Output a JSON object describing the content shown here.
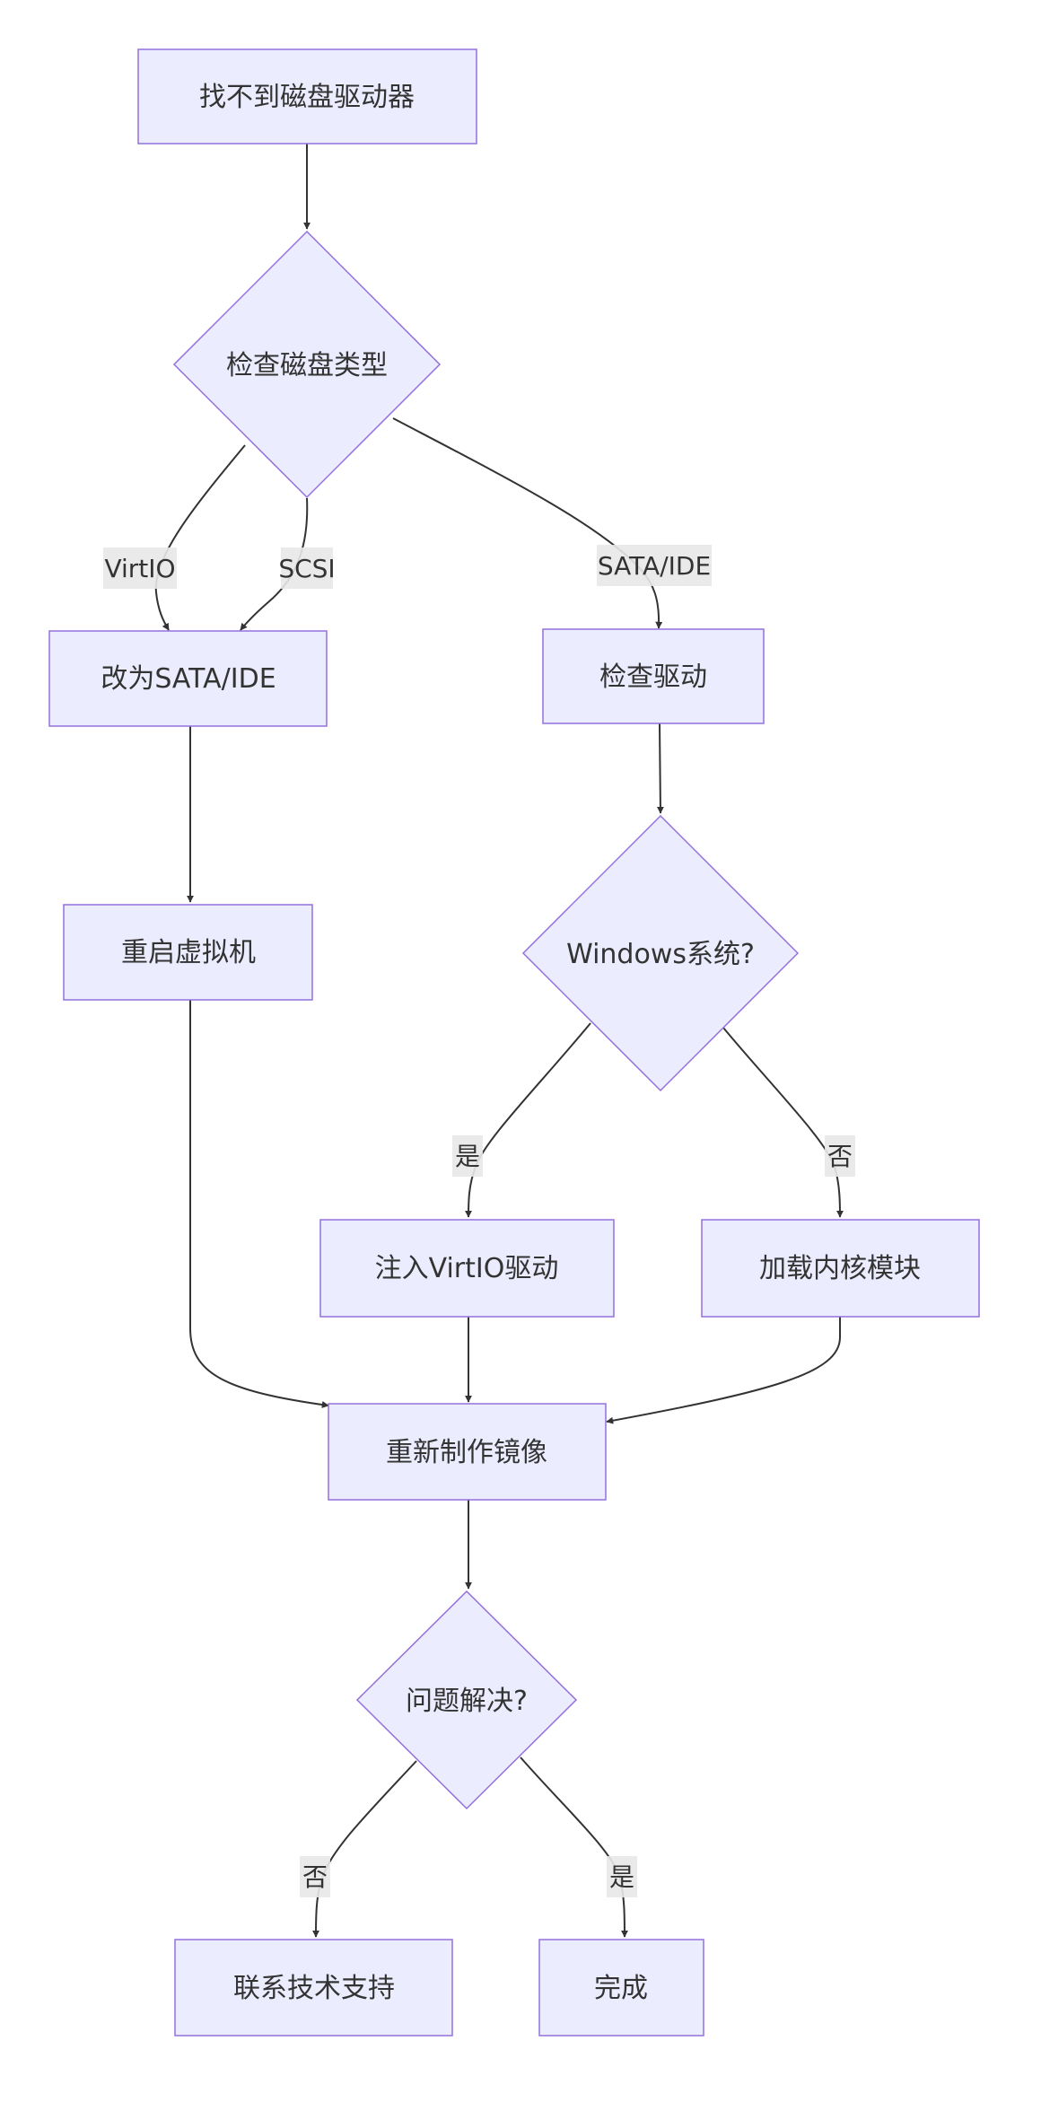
{
  "diagram": {
    "type": "flowchart",
    "direction": "top-down",
    "colors": {
      "node_fill": "#ECECFF",
      "node_stroke": "#9370DB",
      "text": "#333333",
      "edge": "#333333",
      "edge_label_bg": "#E8E8E8"
    },
    "nodes": [
      {
        "id": "A",
        "shape": "rect",
        "label": "找不到磁盘驱动器"
      },
      {
        "id": "B",
        "shape": "diamond",
        "label": "检查磁盘类型"
      },
      {
        "id": "C",
        "shape": "rect",
        "label": "改为SATA/IDE"
      },
      {
        "id": "D",
        "shape": "rect",
        "label": "检查驱动"
      },
      {
        "id": "E",
        "shape": "rect",
        "label": "重启虚拟机"
      },
      {
        "id": "F",
        "shape": "diamond",
        "label": "Windows系统?"
      },
      {
        "id": "G",
        "shape": "rect",
        "label": "注入VirtIO驱动"
      },
      {
        "id": "H",
        "shape": "rect",
        "label": "加载内核模块"
      },
      {
        "id": "I",
        "shape": "rect",
        "label": "重新制作镜像"
      },
      {
        "id": "J",
        "shape": "diamond",
        "label": "问题解决?"
      },
      {
        "id": "K",
        "shape": "rect",
        "label": "联系技术支持"
      },
      {
        "id": "L",
        "shape": "rect",
        "label": "完成"
      }
    ],
    "edges": [
      {
        "from": "A",
        "to": "B",
        "label": ""
      },
      {
        "from": "B",
        "to": "C",
        "label": "VirtIO"
      },
      {
        "from": "B",
        "to": "C",
        "label": "SCSI"
      },
      {
        "from": "B",
        "to": "D",
        "label": "SATA/IDE"
      },
      {
        "from": "C",
        "to": "E",
        "label": ""
      },
      {
        "from": "D",
        "to": "F",
        "label": ""
      },
      {
        "from": "F",
        "to": "G",
        "label": "是"
      },
      {
        "from": "F",
        "to": "H",
        "label": "否"
      },
      {
        "from": "E",
        "to": "I",
        "label": ""
      },
      {
        "from": "G",
        "to": "I",
        "label": ""
      },
      {
        "from": "H",
        "to": "I",
        "label": ""
      },
      {
        "from": "I",
        "to": "J",
        "label": ""
      },
      {
        "from": "J",
        "to": "K",
        "label": "否"
      },
      {
        "from": "J",
        "to": "L",
        "label": "是"
      }
    ]
  }
}
